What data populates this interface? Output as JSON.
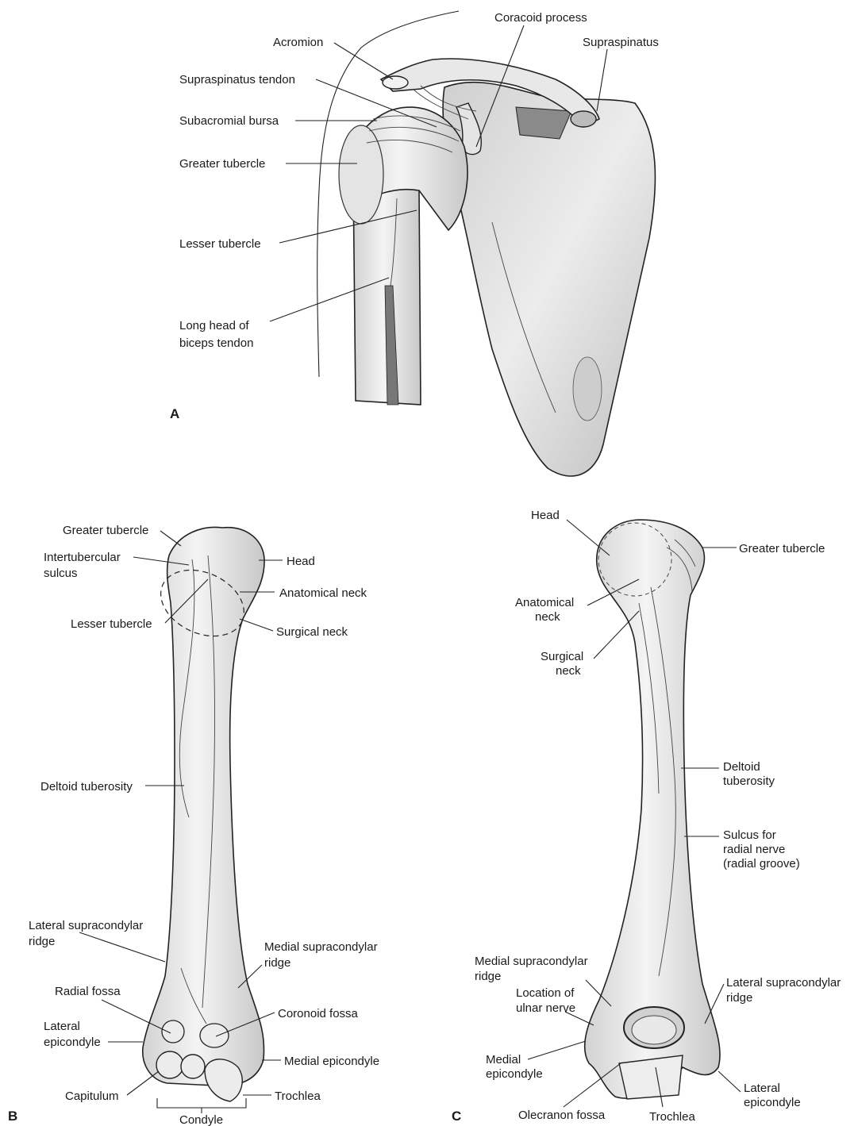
{
  "panels": {
    "a": "A",
    "b": "B",
    "c": "C"
  },
  "panel_a": {
    "acromion": "Acromion",
    "coracoid": "Coracoid process",
    "supraspinatus": "Supraspinatus",
    "supraspinatus_tendon": "Supraspinatus tendon",
    "subacromial_bursa": "Subacromial bursa",
    "greater_tubercle": "Greater tubercle",
    "lesser_tubercle": "Lesser tubercle",
    "long_head_1": "Long head of",
    "long_head_2": "biceps tendon"
  },
  "panel_b": {
    "greater_tubercle": "Greater tubercle",
    "intertubercular_1": "Intertubercular",
    "intertubercular_2": "sulcus",
    "head": "Head",
    "anatomical_neck": "Anatomical neck",
    "lesser_tubercle": "Lesser tubercle",
    "surgical_neck": "Surgical neck",
    "deltoid_tuberosity": "Deltoid tuberosity",
    "lateral_supra_1": "Lateral supracondylar",
    "lateral_supra_2": "ridge",
    "medial_supra_1": "Medial supracondylar",
    "medial_supra_2": "ridge",
    "radial_fossa": "Radial fossa",
    "coronoid_fossa": "Coronoid fossa",
    "lateral_epi_1": "Lateral",
    "lateral_epi_2": "epicondyle",
    "medial_epicondyle": "Medial epicondyle",
    "capitulum": "Capitulum",
    "trochlea": "Trochlea",
    "condyle": "Condyle"
  },
  "panel_c": {
    "head": "Head",
    "greater_tubercle": "Greater tubercle",
    "anatomical_neck_1": "Anatomical",
    "anatomical_neck_2": "neck",
    "surgical_neck_1": "Surgical",
    "surgical_neck_2": "neck",
    "deltoid_1": "Deltoid",
    "deltoid_2": "tuberosity",
    "sulcus_1": "Sulcus for",
    "sulcus_2": "radial nerve",
    "sulcus_3": "(radial groove)",
    "medial_supra_1": "Medial supracondylar",
    "medial_supra_2": "ridge",
    "ulnar_1": "Location of",
    "ulnar_2": "ulnar nerve",
    "lateral_supra_1": "Lateral supracondylar",
    "lateral_supra_2": "ridge",
    "medial_epi_1": "Medial",
    "medial_epi_2": "epicondyle",
    "lateral_epi_1": "Lateral",
    "lateral_epi_2": "epicondyle",
    "olecranon": "Olecranon fossa",
    "trochlea": "Trochlea"
  }
}
